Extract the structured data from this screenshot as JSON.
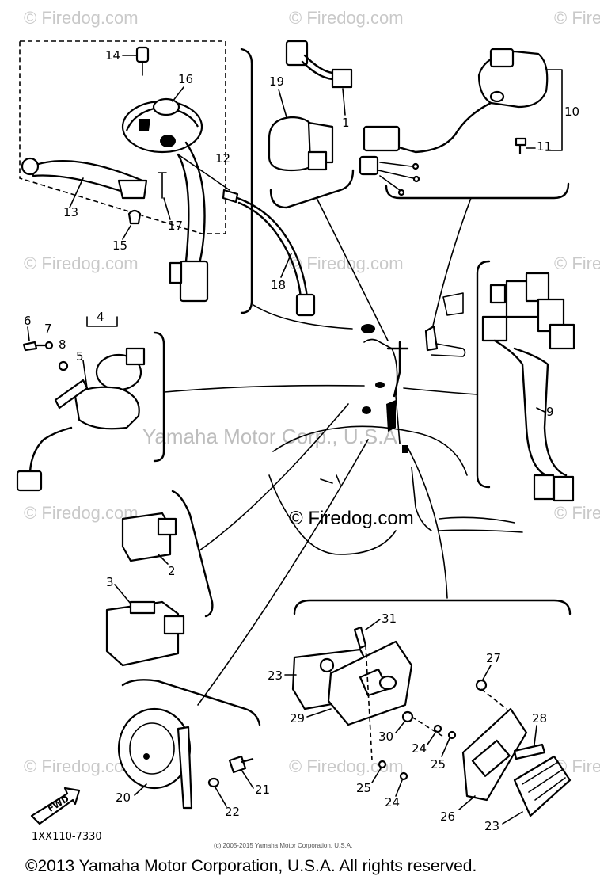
{
  "watermarks": {
    "site": "© Firedog.com",
    "center_site": "© Firedog.com",
    "company": "Yamaha Motor Corp., U.S.A."
  },
  "part_labels": [
    "1",
    "2",
    "3",
    "4",
    "5",
    "6",
    "7",
    "8",
    "9",
    "10",
    "11",
    "12",
    "13",
    "14",
    "15",
    "16",
    "17",
    "18",
    "19",
    "20",
    "21",
    "22",
    "23",
    "24",
    "25",
    "26",
    "27",
    "28",
    "29",
    "30",
    "31"
  ],
  "callouts": {
    "p23a": "23",
    "p23b": "23",
    "p24a": "24",
    "p24b": "24",
    "p25a": "25",
    "p25b": "25"
  },
  "direction_arrow": "FWD",
  "diagram_code": "1XX110-7330",
  "small_copyright": "(c) 2005-2015 Yamaha Motor Corporation, U.S.A.",
  "footer_copyright": "©2013 Yamaha Motor Corporation, U.S.A. All rights reserved."
}
